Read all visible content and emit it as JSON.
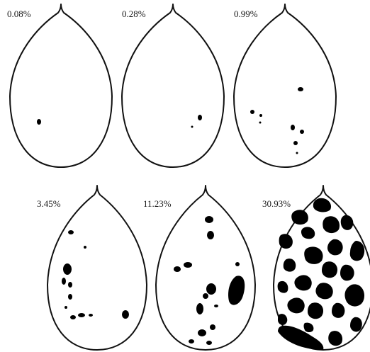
{
  "figure": {
    "panels": [
      {
        "id": "leaf-1",
        "severity_label": "0.08%"
      },
      {
        "id": "leaf-2",
        "severity_label": "0.28%"
      },
      {
        "id": "leaf-3",
        "severity_label": "0.99%"
      },
      {
        "id": "leaf-4",
        "severity_label": "3.45%"
      },
      {
        "id": "leaf-5",
        "severity_label": "11.23%"
      },
      {
        "id": "leaf-6",
        "severity_label": "30.93%"
      }
    ],
    "colors": {
      "lesion": "#000000",
      "outline": "#111111",
      "background": "#ffffff"
    }
  }
}
